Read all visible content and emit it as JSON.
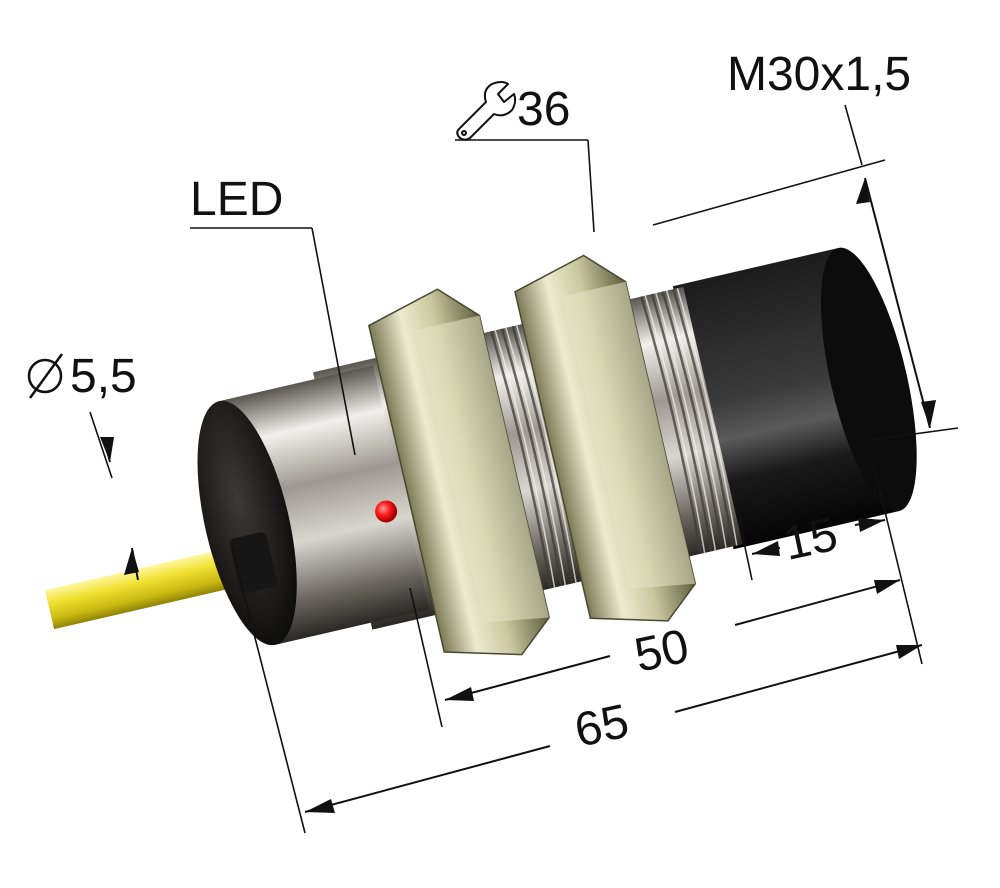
{
  "product": {
    "description": "cylindrical threaded sensor with cable, LED indicator, two hex nuts and black sensing face",
    "led_color": "#ff1a1a",
    "cable_color": "#e8d820",
    "body_color": "#c9c6c1",
    "nut_color": "#c4c39a",
    "cap_color": "#141414"
  },
  "labels": {
    "thread": "M30x1,5",
    "wrench_size": "36",
    "wrench_icon": "wrench-icon",
    "led": "LED",
    "cable_diameter": "5,5",
    "diameter_icon": "diameter-symbol-icon",
    "dim_cap": "15",
    "dim_body": "50",
    "dim_total": "65"
  }
}
